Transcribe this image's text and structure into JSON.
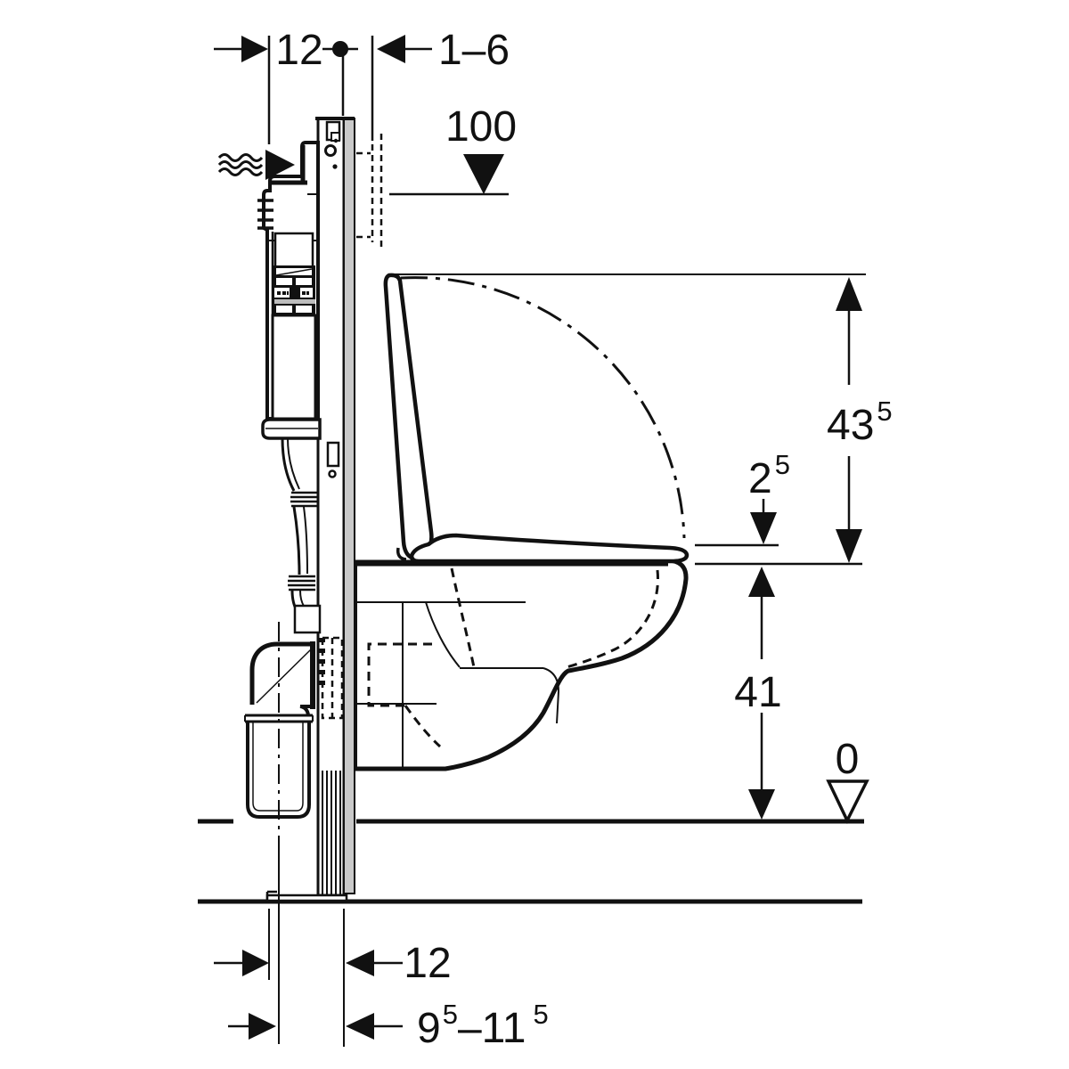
{
  "labels": {
    "top_left_offset": "12",
    "top_right_range": "1–6",
    "upper_level": "100",
    "height_to_lid": {
      "main": "43",
      "sup": "5"
    },
    "seat_clearance": {
      "main": "2",
      "sup": "5"
    },
    "height_to_rim": "41",
    "floor_level": "0",
    "bottom_offset": "12",
    "bottom_range": {
      "part1": "9",
      "sup1": "5",
      "part2": "–11",
      "sup2": "5"
    }
  },
  "markers": {
    "upper_level_marker": "filled-triangle",
    "floor_level_marker": "open-triangle",
    "water_supply_marker": "filled-arrow-with-waves"
  },
  "colors": {
    "line": "#111111",
    "frame_profile_gray": "#c9c9c9",
    "valve_gray": "#bdbdbd",
    "background": "#ffffff"
  }
}
